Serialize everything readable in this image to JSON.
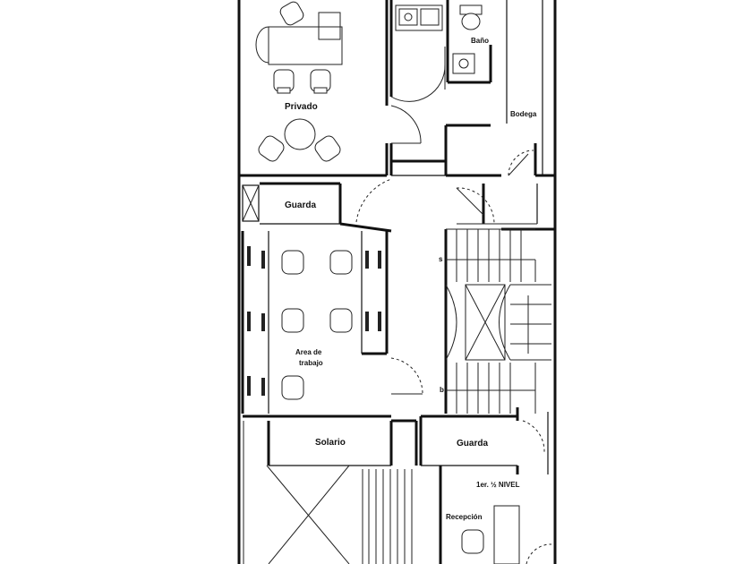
{
  "rooms": {
    "privado": "Privado",
    "bano": "Baño",
    "bodega": "Bodega",
    "guarda_upper": "Guarda",
    "area_trabajo_line1": "Area de",
    "area_trabajo_line2": "trabajo",
    "solario": "Solario",
    "guarda_lower": "Guarda",
    "nivel": "1er. ½ NIVEL",
    "recepcion": "Recepción"
  },
  "stair_marks": {
    "s": "s",
    "b": "b"
  }
}
